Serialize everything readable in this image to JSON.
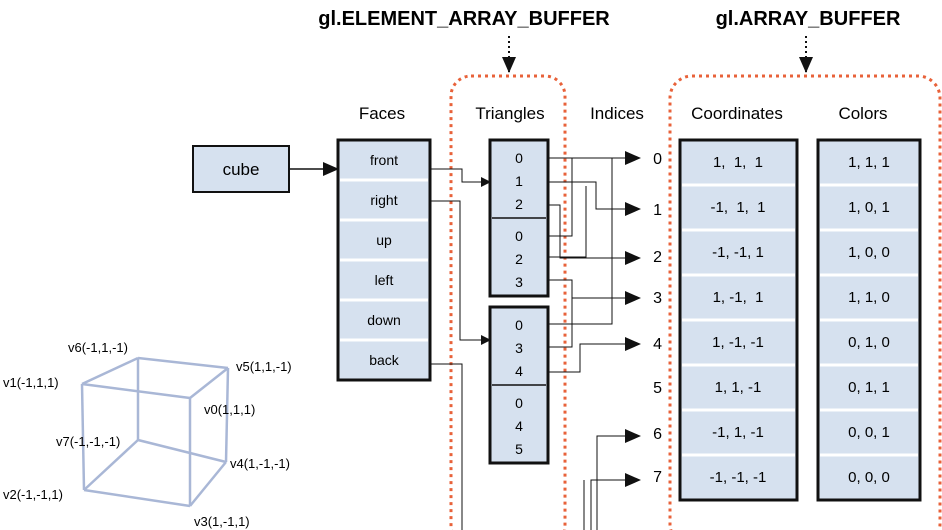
{
  "headings": {
    "element_array_buffer": "gl.ELEMENT_ARRAY_BUFFER",
    "array_buffer": "gl.ARRAY_BUFFER"
  },
  "columns": {
    "faces": "Faces",
    "triangles": "Triangles",
    "indices": "Indices",
    "coordinates": "Coordinates",
    "colors": "Colors"
  },
  "cube_label": "cube",
  "faces": [
    "front",
    "right",
    "up",
    "left",
    "down",
    "back"
  ],
  "triangles": [
    "0",
    "1",
    "2",
    "0",
    "2",
    "3",
    "0",
    "3",
    "4",
    "0",
    "4",
    "5"
  ],
  "indices": [
    "0",
    "1",
    "2",
    "3",
    "4",
    "5",
    "6",
    "7"
  ],
  "coordinates": [
    "1,  1,  1",
    "-1,  1,  1",
    "-1, -1, 1",
    "1, -1,  1",
    "1, -1, -1",
    "1, 1, -1",
    "-1, 1, -1",
    "-1, -1, -1"
  ],
  "colors": [
    "1, 1, 1",
    "1, 0, 1",
    "1, 0, 0",
    "1, 1, 0",
    "0, 1, 0",
    "0, 1, 1",
    "0, 0, 1",
    "0, 0, 0"
  ],
  "vertices": [
    "v6(-1,1,-1)",
    "v5(1,1,-1)",
    "v1(-1,1,1)",
    "v0(1,1,1)",
    "v7(-1,-1,-1)",
    "v4(1,-1,-1)",
    "v2(-1,-1,1)",
    "v3(1,-1,1)"
  ],
  "colors_palette": {
    "cell_fill": "#d6e1ef",
    "border": "#111111",
    "dotted_frame": "#e8623a",
    "cube_edges": "#a9b7d6"
  }
}
